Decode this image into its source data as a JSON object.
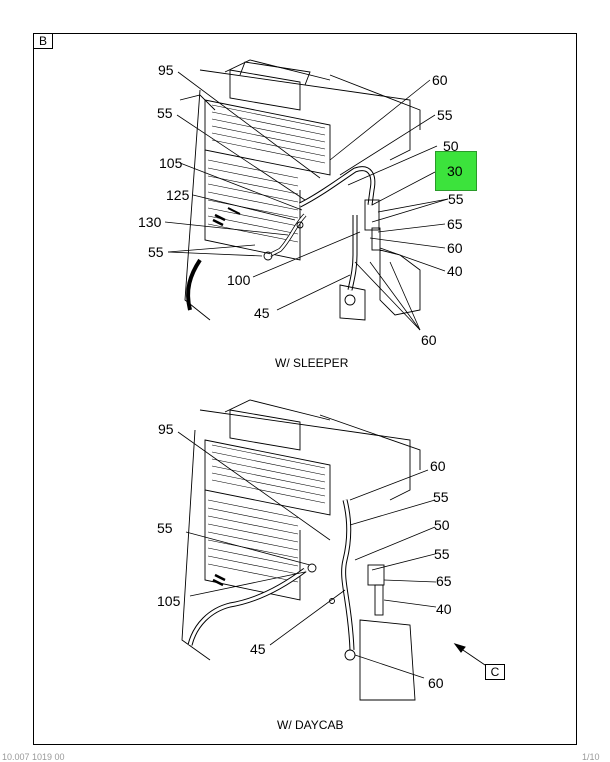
{
  "view_labels": {
    "b": "B",
    "c": "C"
  },
  "captions": {
    "top": "W/ SLEEPER",
    "bottom": "W/ DAYCAB"
  },
  "highlight": {
    "label": "30",
    "color": "#3ce33c"
  },
  "top_callouts": [
    "95",
    "60",
    "55",
    "55",
    "50",
    "105",
    "125",
    "130",
    "55",
    "55",
    "65",
    "60",
    "40",
    "100",
    "45",
    "60"
  ],
  "bottom_callouts": [
    "95",
    "60",
    "55",
    "50",
    "55",
    "55",
    "65",
    "105",
    "40",
    "45",
    "60"
  ],
  "footer": {
    "left": "10.007 1019 00",
    "right": "1/10"
  }
}
